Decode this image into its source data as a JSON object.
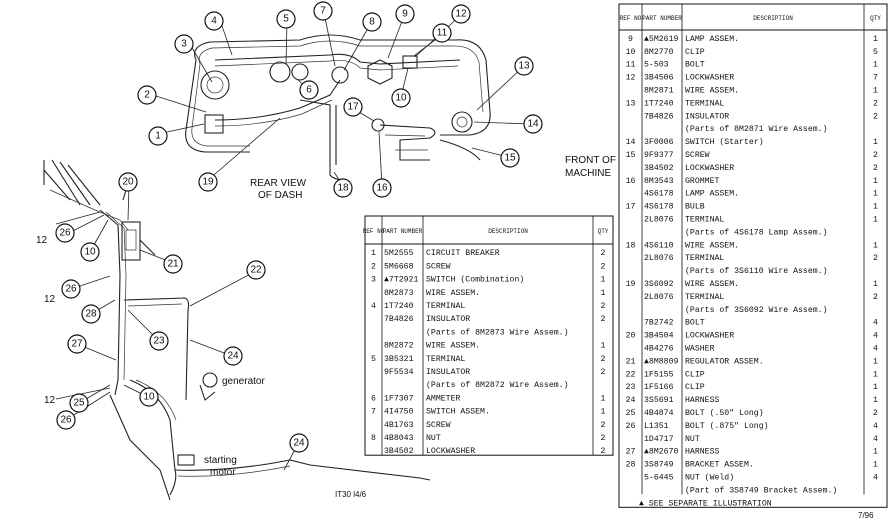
{
  "diagram": {
    "labels": {
      "rear_view_line1": "REAR VIEW",
      "rear_view_line2": "OF DASH",
      "front_line1": "FRONT OF",
      "front_line2": "MACHINE",
      "generator": "generator",
      "starting_line1": "starting",
      "starting_line2": "motor",
      "corner_code": "7/96",
      "ref_code": "IT30 l4/6"
    },
    "callouts": [
      "1",
      "2",
      "3",
      "4",
      "5",
      "6",
      "7",
      "8",
      "9",
      "10",
      "11",
      "12",
      "13",
      "14",
      "15",
      "16",
      "17",
      "18",
      "19",
      "20",
      "21",
      "22",
      "23",
      "24",
      "25",
      "26",
      "27",
      "28"
    ]
  },
  "table_left": {
    "headers": {
      "ref": "REF NO",
      "part": "PART NUMBER",
      "desc": "DESCRIPTION",
      "qty": "QTY"
    },
    "rows": [
      {
        "ref": "1",
        "part": "5M2555",
        "desc": "CIRCUIT BREAKER",
        "qty": "2"
      },
      {
        "ref": "2",
        "part": "5M6668",
        "desc": "SCREW",
        "qty": "2"
      },
      {
        "ref": "3",
        "part": "▲7T2921",
        "desc": "SWITCH  (Combination)",
        "qty": "1"
      },
      {
        "ref": "",
        "part": "8M2873",
        "desc": "WIRE ASSEM.",
        "qty": "1"
      },
      {
        "ref": "4",
        "part": "1T7240",
        "desc": "TERMINAL",
        "qty": "2"
      },
      {
        "ref": "",
        "part": "7B4826",
        "desc": "INSULATOR",
        "qty": "2"
      },
      {
        "ref": "",
        "part": "",
        "desc": "(Parts of 8M2873 Wire Assem.)",
        "qty": ""
      },
      {
        "ref": "",
        "part": "8M2872",
        "desc": "WIRE ASSEM.",
        "qty": "1"
      },
      {
        "ref": "5",
        "part": "3B5321",
        "desc": "TERMINAL",
        "qty": "2"
      },
      {
        "ref": "",
        "part": "9F5534",
        "desc": "INSULATOR",
        "qty": "2"
      },
      {
        "ref": "",
        "part": "",
        "desc": "(Parts of 8M2872 Wire Assem.)",
        "qty": ""
      },
      {
        "ref": "6",
        "part": "1F7307",
        "desc": "AMMETER",
        "qty": "1"
      },
      {
        "ref": "7",
        "part": "4I4750",
        "desc": "SWITCH ASSEM.",
        "qty": "1"
      },
      {
        "ref": "",
        "part": "4B1763",
        "desc": "SCREW",
        "qty": "2"
      },
      {
        "ref": "8",
        "part": "4B8043",
        "desc": "NUT",
        "qty": "2"
      },
      {
        "ref": "",
        "part": "3B4502",
        "desc": "LOCKWASHER",
        "qty": "2"
      }
    ]
  },
  "table_right": {
    "headers": {
      "ref": "REF NO",
      "part": "PART NUMBER",
      "desc": "DESCRIPTION",
      "qty": "QTY"
    },
    "rows": [
      {
        "ref": "9",
        "part": "▲5M2619",
        "desc": "LAMP ASSEM.",
        "qty": "1"
      },
      {
        "ref": "10",
        "part": "8M2770",
        "desc": "CLIP",
        "qty": "5"
      },
      {
        "ref": "11",
        "part": "5-503",
        "desc": "BOLT",
        "qty": "1"
      },
      {
        "ref": "12",
        "part": "3B4506",
        "desc": "LOCKWASHER",
        "qty": "7"
      },
      {
        "ref": "",
        "part": "8M2871",
        "desc": "WIRE ASSEM.",
        "qty": "1"
      },
      {
        "ref": "13",
        "part": "1T7240",
        "desc": "TERMINAL",
        "qty": "2"
      },
      {
        "ref": "",
        "part": "7B4826",
        "desc": "INSULATOR",
        "qty": "2"
      },
      {
        "ref": "",
        "part": "",
        "desc": "(Parts of 8M2871 Wire Assem.)",
        "qty": ""
      },
      {
        "ref": "14",
        "part": "3F0006",
        "desc": "SWITCH      (Starter)",
        "qty": "1"
      },
      {
        "ref": "15",
        "part": "9F9377",
        "desc": "SCREW",
        "qty": "2"
      },
      {
        "ref": "",
        "part": "3B4502",
        "desc": "LOCKWASHER",
        "qty": "2"
      },
      {
        "ref": "16",
        "part": "8M3543",
        "desc": "GROMMET",
        "qty": "1"
      },
      {
        "ref": "",
        "part": "4S6178",
        "desc": "LAMP ASSEM.",
        "qty": "1"
      },
      {
        "ref": "17",
        "part": "4S6178",
        "desc": "BULB",
        "qty": "1"
      },
      {
        "ref": "",
        "part": "2L8076",
        "desc": "TERMINAL",
        "qty": "1"
      },
      {
        "ref": "",
        "part": "",
        "desc": "(Parts of 4S6178 Lamp Assem.)",
        "qty": ""
      },
      {
        "ref": "18",
        "part": "4S6110",
        "desc": "WIRE ASSEM.",
        "qty": "1"
      },
      {
        "ref": "",
        "part": "2L8076",
        "desc": "TERMINAL",
        "qty": "2"
      },
      {
        "ref": "",
        "part": "",
        "desc": "(Parts of 3S6110 Wire Assem.)",
        "qty": ""
      },
      {
        "ref": "19",
        "part": "3S6092",
        "desc": "WIRE ASSEM.",
        "qty": "1"
      },
      {
        "ref": "",
        "part": "2L8076",
        "desc": "TERMINAL",
        "qty": "2"
      },
      {
        "ref": "",
        "part": "",
        "desc": "(Parts of 3S6092 Wire Assem.)",
        "qty": ""
      },
      {
        "ref": "",
        "part": "7B2742",
        "desc": "BOLT",
        "qty": "4"
      },
      {
        "ref": "20",
        "part": "3B4504",
        "desc": "LOCKWASHER",
        "qty": "4"
      },
      {
        "ref": "",
        "part": "4B4276",
        "desc": "WASHER",
        "qty": "4"
      },
      {
        "ref": "21",
        "part": "▲8M8809",
        "desc": "REGULATOR ASSEM.",
        "qty": "1"
      },
      {
        "ref": "22",
        "part": "1F5155",
        "desc": "CLIP",
        "qty": "1"
      },
      {
        "ref": "23",
        "part": "1F5166",
        "desc": "CLIP",
        "qty": "1"
      },
      {
        "ref": "24",
        "part": "3S5691",
        "desc": "HARNESS",
        "qty": "1"
      },
      {
        "ref": "25",
        "part": "4B4874",
        "desc": "BOLT       (.50\" Long)",
        "qty": "2"
      },
      {
        "ref": "26",
        "part": "L1351",
        "desc": "BOLT      (.875\" Long)",
        "qty": "4"
      },
      {
        "ref": "",
        "part": "1D4717",
        "desc": "NUT",
        "qty": "4"
      },
      {
        "ref": "27",
        "part": "▲8M2670",
        "desc": "HARNESS",
        "qty": "1"
      },
      {
        "ref": "28",
        "part": "3S8749",
        "desc": "BRACKET ASSEM.",
        "qty": "1"
      },
      {
        "ref": "",
        "part": "5-6445",
        "desc": "NUT        (Weld)",
        "qty": "4"
      },
      {
        "ref": "",
        "part": "",
        "desc": "(Part of 3S8749 Bracket Assem.)",
        "qty": ""
      }
    ],
    "footer": "▲  SEE SEPARATE ILLUSTRATION"
  }
}
